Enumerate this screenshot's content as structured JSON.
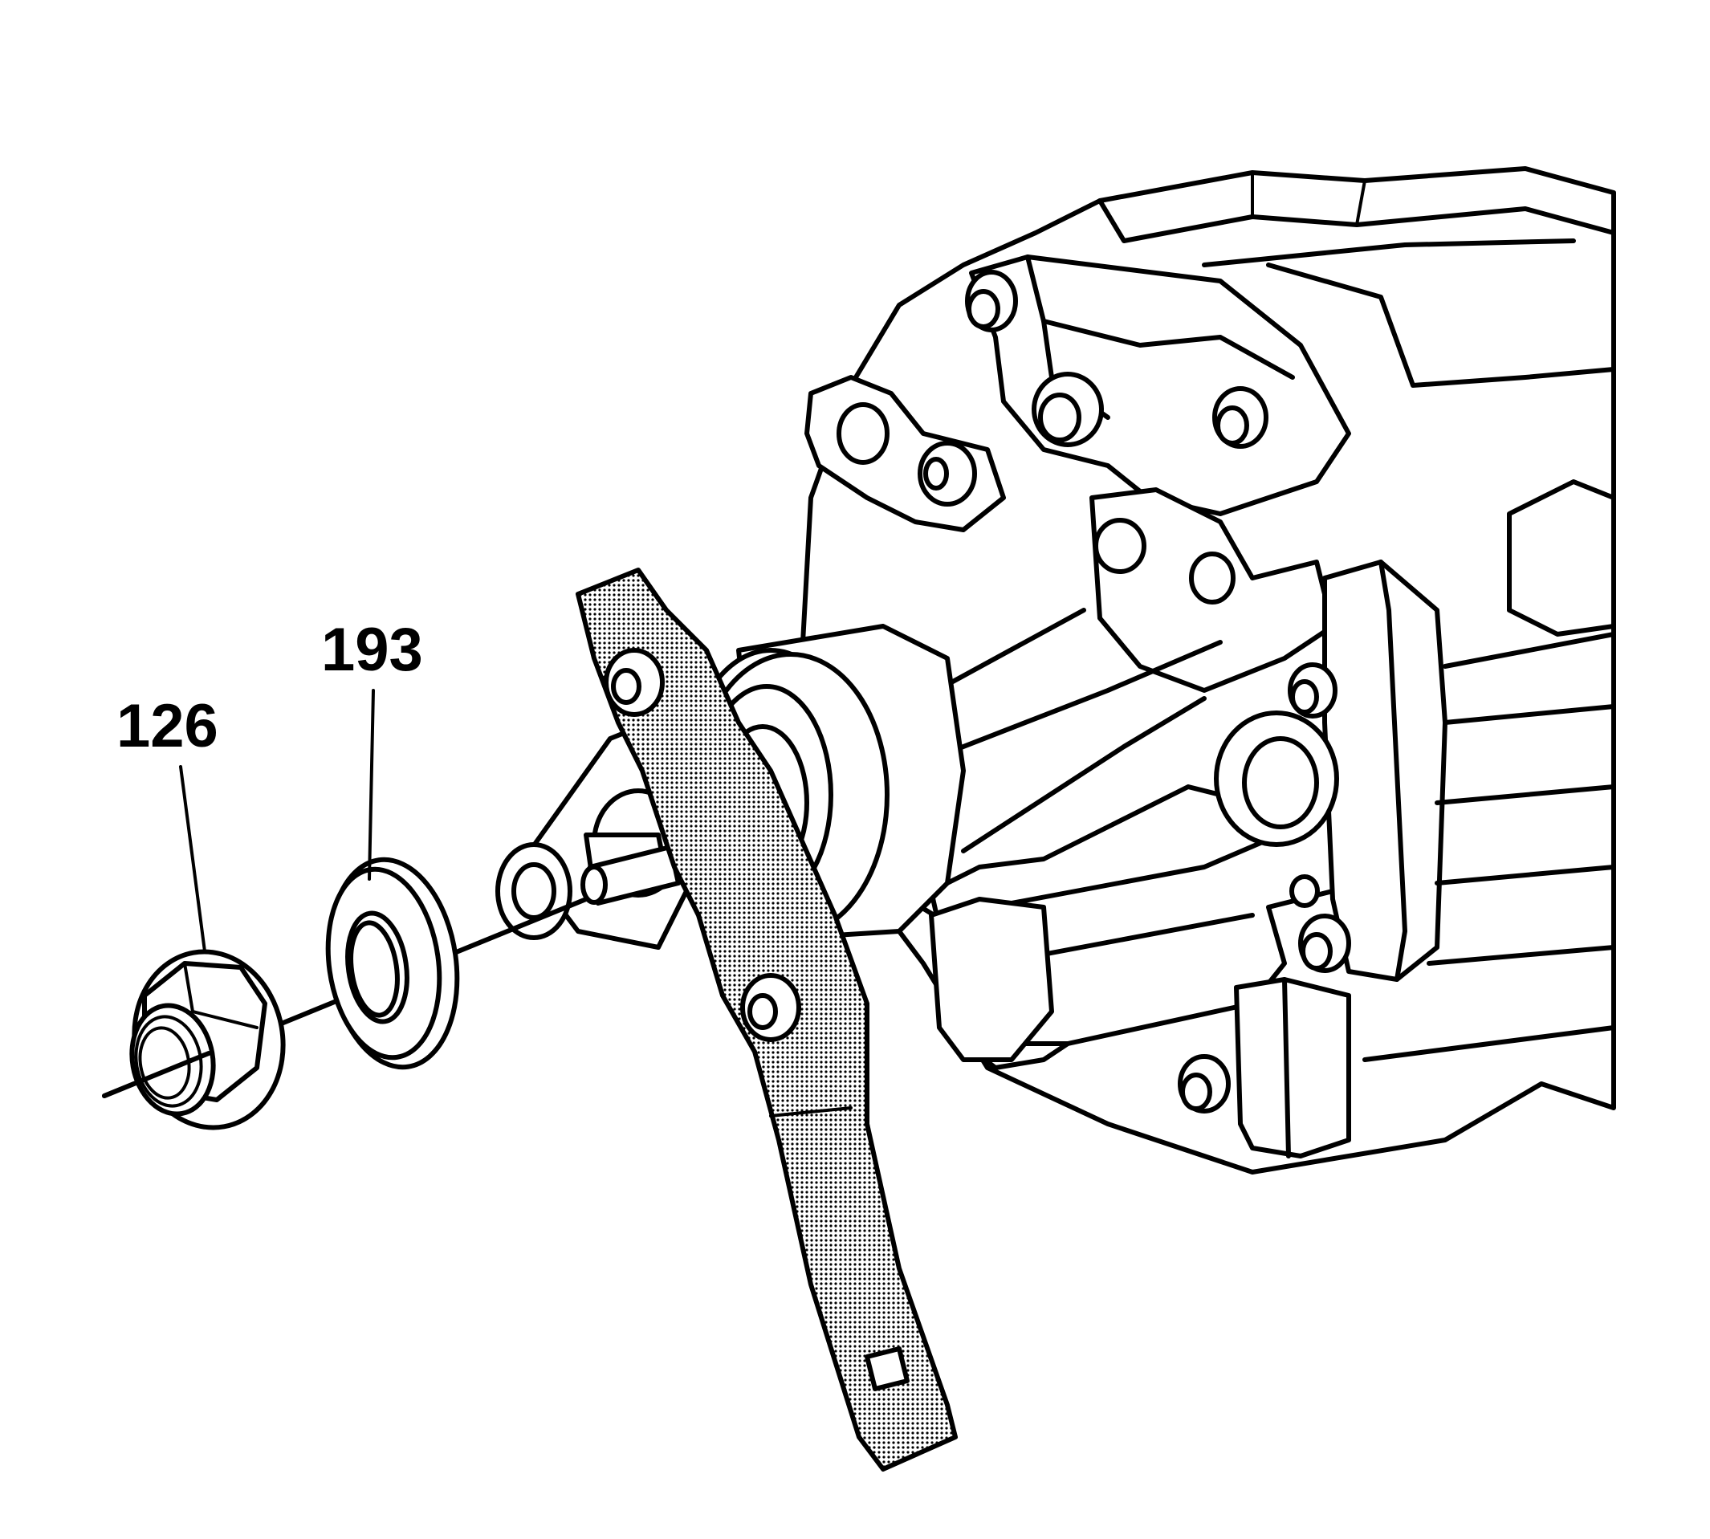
{
  "callouts": [
    {
      "id": "nut",
      "label": "126"
    },
    {
      "id": "washer",
      "label": "193"
    }
  ]
}
